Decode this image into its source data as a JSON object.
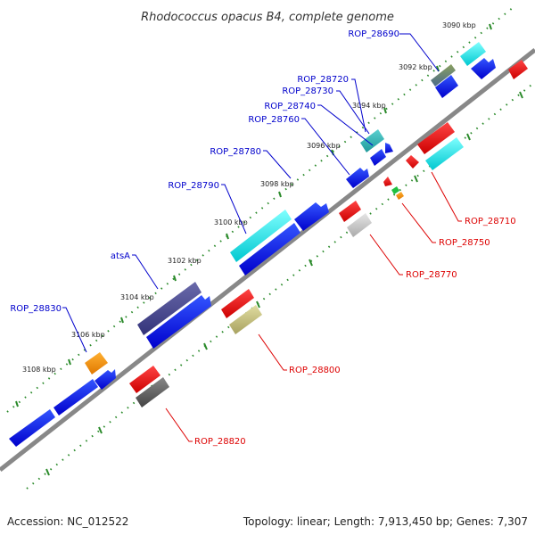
{
  "title": "Rhodococcus opacus B4, complete genome",
  "footer": {
    "accession": "Accession: NC_012522",
    "topology": "Topology: linear; Length: 7,913,450 bp; Genes: 7,307"
  },
  "colors": {
    "plus_label": "#0000cc",
    "minus_label": "#dd0000",
    "backbone": "#888888",
    "tick": "#2a8a2a"
  },
  "ticks": [
    "3090 kbp",
    "3092 kbp",
    "3094 kbp",
    "3096 kbp",
    "3098 kbp",
    "3100 kbp",
    "3102 kbp",
    "3104 kbp",
    "3106 kbp",
    "3108 kbp"
  ],
  "plus_labels": [
    "ROP_28690",
    "ROP_28720",
    "ROP_28730",
    "ROP_28740",
    "ROP_28760",
    "ROP_28780",
    "ROP_28790",
    "atsA",
    "ROP_28830"
  ],
  "minus_labels": [
    "ROP_28710",
    "ROP_28750",
    "ROP_28770",
    "ROP_28800",
    "ROP_28820"
  ]
}
